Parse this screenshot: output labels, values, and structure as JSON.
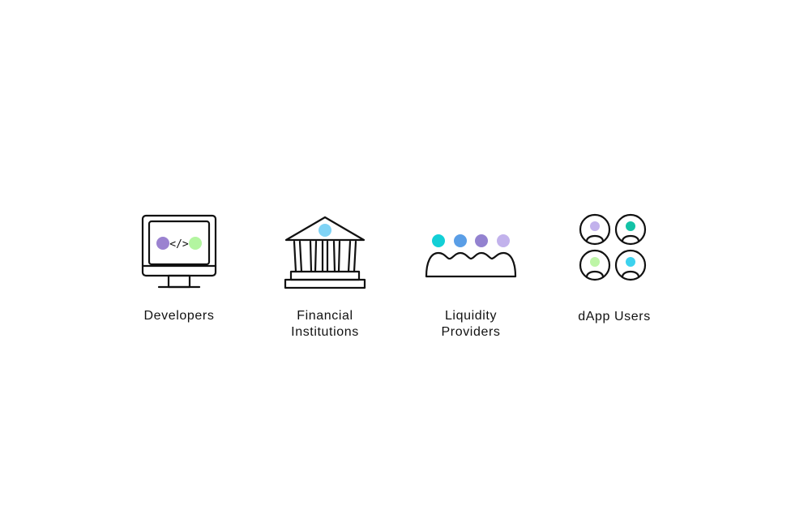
{
  "items": [
    {
      "id": "developers",
      "icon": "monitor-code-icon",
      "label_lines": [
        "Developers"
      ],
      "dots": [
        "#9b82d0",
        "#b3f5a0"
      ],
      "code_glyph": "</>"
    },
    {
      "id": "financial",
      "icon": "bank-building-icon",
      "label_lines": [
        "Financial",
        "Institutions"
      ],
      "dots": [
        "#7fd3f5"
      ]
    },
    {
      "id": "liquidity",
      "icon": "liquidity-pool-icon",
      "label_lines": [
        "Liquidity",
        "Providers"
      ],
      "dots": [
        "#13cfd6",
        "#5a9ee6",
        "#9382d0",
        "#c2b2ec"
      ]
    },
    {
      "id": "dapp",
      "icon": "user-grid-icon",
      "label_lines": [
        "dApp Users"
      ],
      "dots": [
        "#c2b2ec",
        "#13c2a6",
        "#bdf5a6",
        "#3dd2ee"
      ]
    }
  ]
}
